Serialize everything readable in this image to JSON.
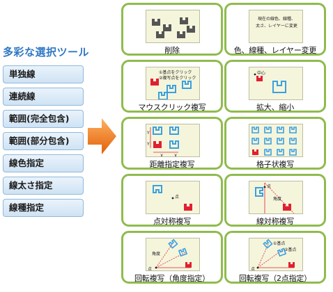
{
  "heading": "多彩な選択ツール",
  "tools": [
    "単独線",
    "連続線",
    "範囲(完全包含)",
    "範囲(部分包含)",
    "線色指定",
    "線太さ指定",
    "線種指定"
  ],
  "cards": [
    {
      "caption": "削除",
      "icon": "delete-preview"
    },
    {
      "caption": "色、線種、レイヤー変更",
      "icon": "property-change-preview",
      "note_lines": [
        "現在の線色、線種、",
        "太さ、レイヤーに変更"
      ]
    },
    {
      "caption": "マウスクリック複写",
      "icon": "click-copy-preview",
      "labels": [
        "①基点をクリック",
        "②複写点をクリック"
      ]
    },
    {
      "caption": "拡大、縮小",
      "icon": "scale-preview",
      "labels": [
        "中心"
      ]
    },
    {
      "caption": "距離指定複写",
      "icon": "distance-copy-preview",
      "labels": [
        "Y",
        "Y",
        "X",
        "X"
      ]
    },
    {
      "caption": "格子状複写",
      "icon": "grid-copy-preview"
    },
    {
      "caption": "点対称複写",
      "icon": "point-symmetry-preview",
      "labels": [
        "点"
      ]
    },
    {
      "caption": "線対称複写",
      "icon": "line-symmetry-preview",
      "labels": [
        "点",
        "角度"
      ]
    },
    {
      "caption": "回転複写（角度指定）",
      "icon": "rotate-angle-preview",
      "labels": [
        "角度",
        "点"
      ]
    },
    {
      "caption": "回転複写（2点指定）",
      "icon": "rotate-two-point-preview",
      "labels": [
        "①基点",
        "②基点",
        "点"
      ]
    }
  ],
  "colors": {
    "card_border": "#8fbb4e",
    "heading": "#2e78c4",
    "arrow": "#f07a1a",
    "shape_red": "#e02030",
    "shape_blue": "#3aa0e0",
    "shape_gray": "#555555"
  }
}
